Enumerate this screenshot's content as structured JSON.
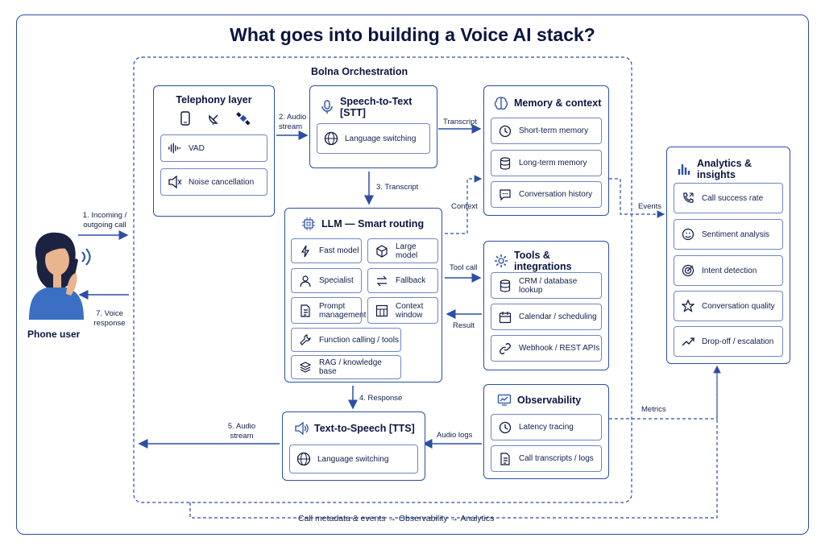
{
  "title": "What goes into building a Voice AI stack?",
  "orchestration": "Bolna Orchestration",
  "phone_user": "Phone user",
  "telephony": {
    "title": "Telephony layer",
    "items": [
      "VAD",
      "Noise cancellation"
    ]
  },
  "stt": {
    "title": "Speech-to-Text [STT]",
    "items": [
      "Language switching"
    ]
  },
  "memory": {
    "title": "Memory & context",
    "items": [
      "Short-term memory",
      "Long-term memory",
      "Conversation history"
    ]
  },
  "llm": {
    "title": "LLM — Smart routing",
    "items": [
      "Fast model",
      "Large model",
      "Specialist",
      "Fallback",
      "Prompt management",
      "Context window",
      "Function calling / tools",
      "RAG / knowledge base"
    ]
  },
  "tools": {
    "title": "Tools & integrations",
    "items": [
      "CRM / database lookup",
      "Calendar / scheduling",
      "Webhook / REST APIs"
    ]
  },
  "observability": {
    "title": "Observability",
    "items": [
      "Latency tracing",
      "Call transcripts / logs"
    ]
  },
  "tts": {
    "title": "Text-to-Speech [TTS]",
    "items": [
      "Language switching"
    ]
  },
  "analytics": {
    "title": "Analytics & insights",
    "items": [
      "Call success rate",
      "Sentiment analysis",
      "Intent detection",
      "Conversation quality",
      "Drop-off / escalation"
    ]
  },
  "flow_labels": {
    "incoming": "1. Incoming / outgoing call",
    "audio_stream_in": "2. Audio stream",
    "transcript_step": "3. Transcript",
    "response": "4. Response",
    "audio_stream_out": "5. Audio stream",
    "voice_response": "7. Voice response",
    "transcript": "Transcript",
    "context": "Context",
    "tool_call": "Tool call",
    "result": "Result",
    "audio_logs": "Audio logs",
    "events": "Events",
    "metrics": "Metrics",
    "bottom": "Call metadata & events → Observability → Analytics"
  },
  "colors": {
    "primary": "#2b4ea6",
    "text": "#0b1640",
    "skin": "#e9b58f",
    "hair": "#1c2340",
    "shirt": "#3a6fc4"
  }
}
